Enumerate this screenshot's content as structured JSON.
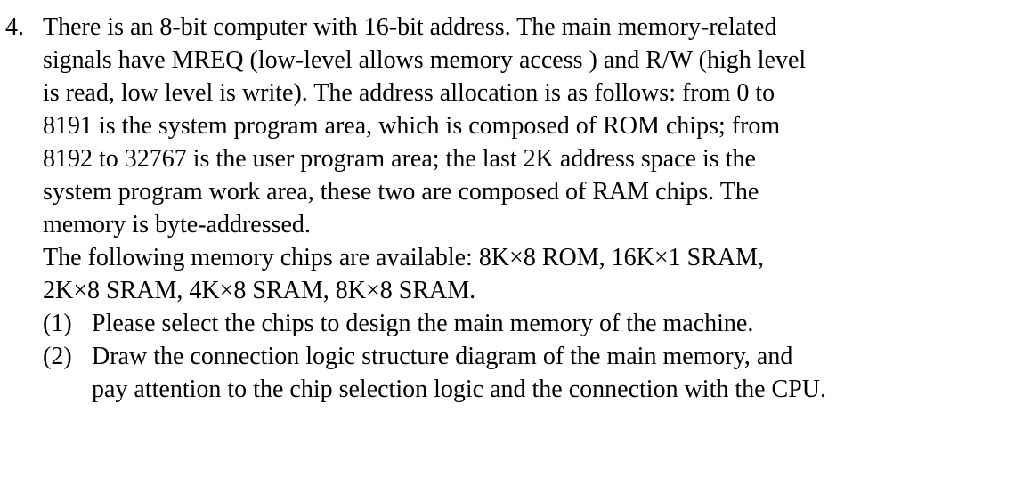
{
  "question": {
    "number": "4.",
    "lines": [
      "There is an 8-bit computer with 16-bit address. The main memory-related",
      "signals have MREQ (low-level allows memory access ) and R/W (high level",
      "is read, low level is write). The address allocation is as follows: from 0 to",
      "8191 is the system program area, which is composed of ROM chips; from",
      "8192 to 32767 is the user program area; the last 2K address space is the",
      "system program work area, these two are composed of RAM chips. The",
      "memory is byte-addressed."
    ],
    "chips_lines": [
      "The following memory chips are available: 8K×8 ROM, 16K×1 SRAM,",
      "2K×8 SRAM, 4K×8 SRAM, 8K×8 SRAM."
    ],
    "parts": [
      {
        "number": "(1)",
        "lines": [
          "Please select the chips to design the main memory of the machine."
        ]
      },
      {
        "number": "(2)",
        "lines": [
          "Draw the connection logic structure diagram of the main memory, and",
          "pay attention to the chip selection logic and the connection with the CPU."
        ]
      }
    ]
  }
}
